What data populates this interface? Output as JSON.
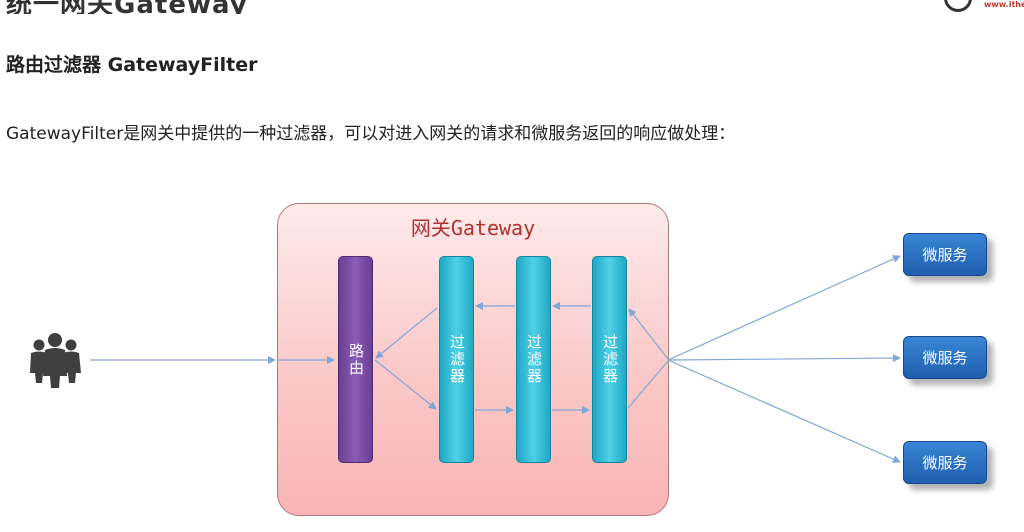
{
  "header": {
    "title": "统一网关Gateway",
    "logo_url": "www.itheima"
  },
  "section": {
    "title": "路由过滤器 GatewayFilter",
    "description": "GatewayFilter是网关中提供的一种过滤器，可以对进入网关的请求和微服务返回的响应做处理："
  },
  "diagram": {
    "gateway_label": "网关Gateway",
    "route_label": "路由",
    "filters": [
      {
        "label": "过滤器"
      },
      {
        "label": "过滤器"
      },
      {
        "label": "过滤器"
      }
    ],
    "services": [
      {
        "label": "微服务"
      },
      {
        "label": "微服务"
      },
      {
        "label": "微服务"
      }
    ],
    "colors": {
      "gateway_fill": "#fbc8c8",
      "gateway_title": "#b03030",
      "route_fill": "#7b4fa6",
      "filter_fill": "#35bdd8",
      "service_fill": "#2a70c4",
      "arrow": "#7fa7d8"
    },
    "icons": {
      "users": "users-group-icon",
      "logo": "circle-logo-icon"
    }
  }
}
